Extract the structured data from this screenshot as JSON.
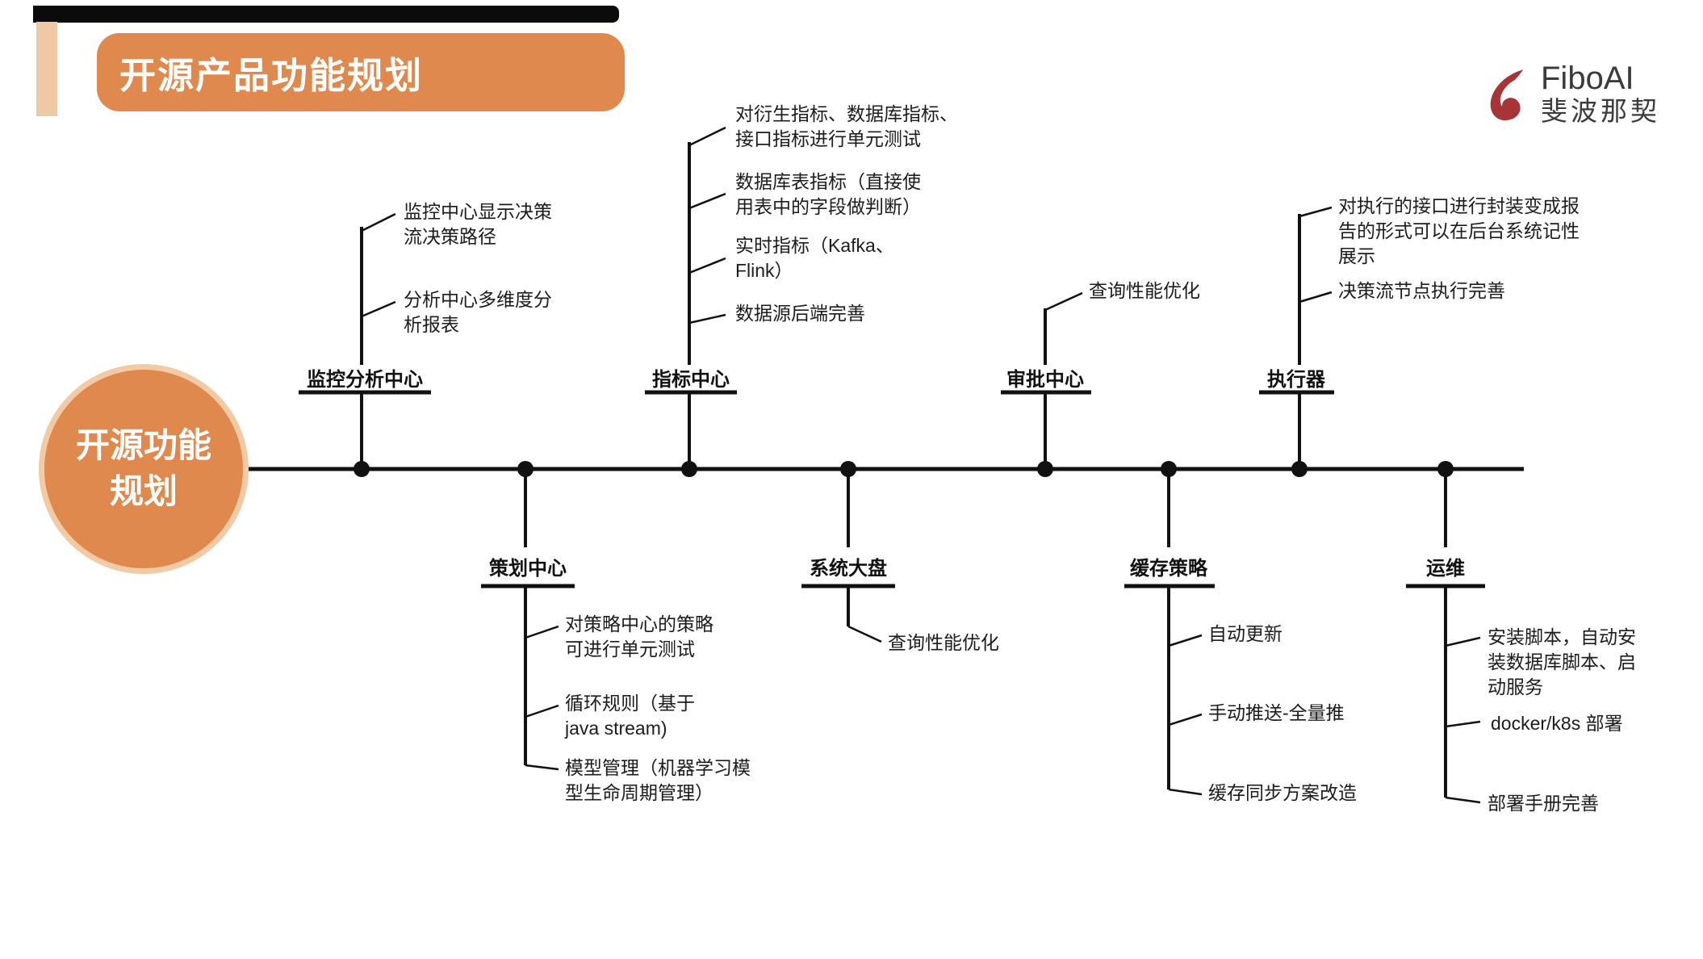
{
  "slide": {
    "title": "开源产品功能规划"
  },
  "logo": {
    "brand": "FiboAI",
    "brand_cn": "斐波那契",
    "icon": "fibonacci-spiral-icon",
    "icon_color": "#a93438"
  },
  "root_node": {
    "text": "开源功能\n规划"
  },
  "colors": {
    "accent_orange": "#e0894e",
    "accent_orange_light": "#efc9a6",
    "line_black": "#111111",
    "logo_red": "#a93438"
  },
  "branches": [
    {
      "label": "监控分析中心",
      "side": "top",
      "leaves": [
        {
          "text": "监控中心显示决策\n流决策路径"
        },
        {
          "text": "分析中心多维度分\n析报表"
        }
      ]
    },
    {
      "label": "指标中心",
      "side": "top",
      "leaves": [
        {
          "text": "对衍生指标、数据库指标、\n接口指标进行单元测试"
        },
        {
          "text": "数据库表指标（直接使\n用表中的字段做判断）"
        },
        {
          "text": "实时指标（Kafka、\nFlink）"
        },
        {
          "text": "数据源后端完善"
        }
      ]
    },
    {
      "label": "审批中心",
      "side": "top",
      "leaves": [
        {
          "text": "查询性能优化"
        }
      ]
    },
    {
      "label": "执行器",
      "side": "top",
      "leaves": [
        {
          "text": "对执行的接口进行封装变成报\n告的形式可以在后台系统记性\n展示"
        },
        {
          "text": "决策流节点执行完善"
        }
      ]
    },
    {
      "label": "策划中心",
      "side": "bottom",
      "leaves": [
        {
          "text": "对策略中心的策略\n可进行单元测试"
        },
        {
          "text": "循环规则（基于\njava stream)"
        },
        {
          "text": "模型管理（机器学习模\n型生命周期管理）"
        }
      ]
    },
    {
      "label": "系统大盘",
      "side": "bottom",
      "leaves": [
        {
          "text": "查询性能优化"
        }
      ]
    },
    {
      "label": "缓存策略",
      "side": "bottom",
      "leaves": [
        {
          "text": "自动更新"
        },
        {
          "text": "手动推送-全量推"
        },
        {
          "text": "缓存同步方案改造"
        }
      ]
    },
    {
      "label": "运维",
      "side": "bottom",
      "leaves": [
        {
          "text": "安装脚本，自动安\n装数据库脚本、启\n动服务"
        },
        {
          "text": "docker/k8s 部署"
        },
        {
          "text": "部署手册完善"
        }
      ]
    }
  ]
}
